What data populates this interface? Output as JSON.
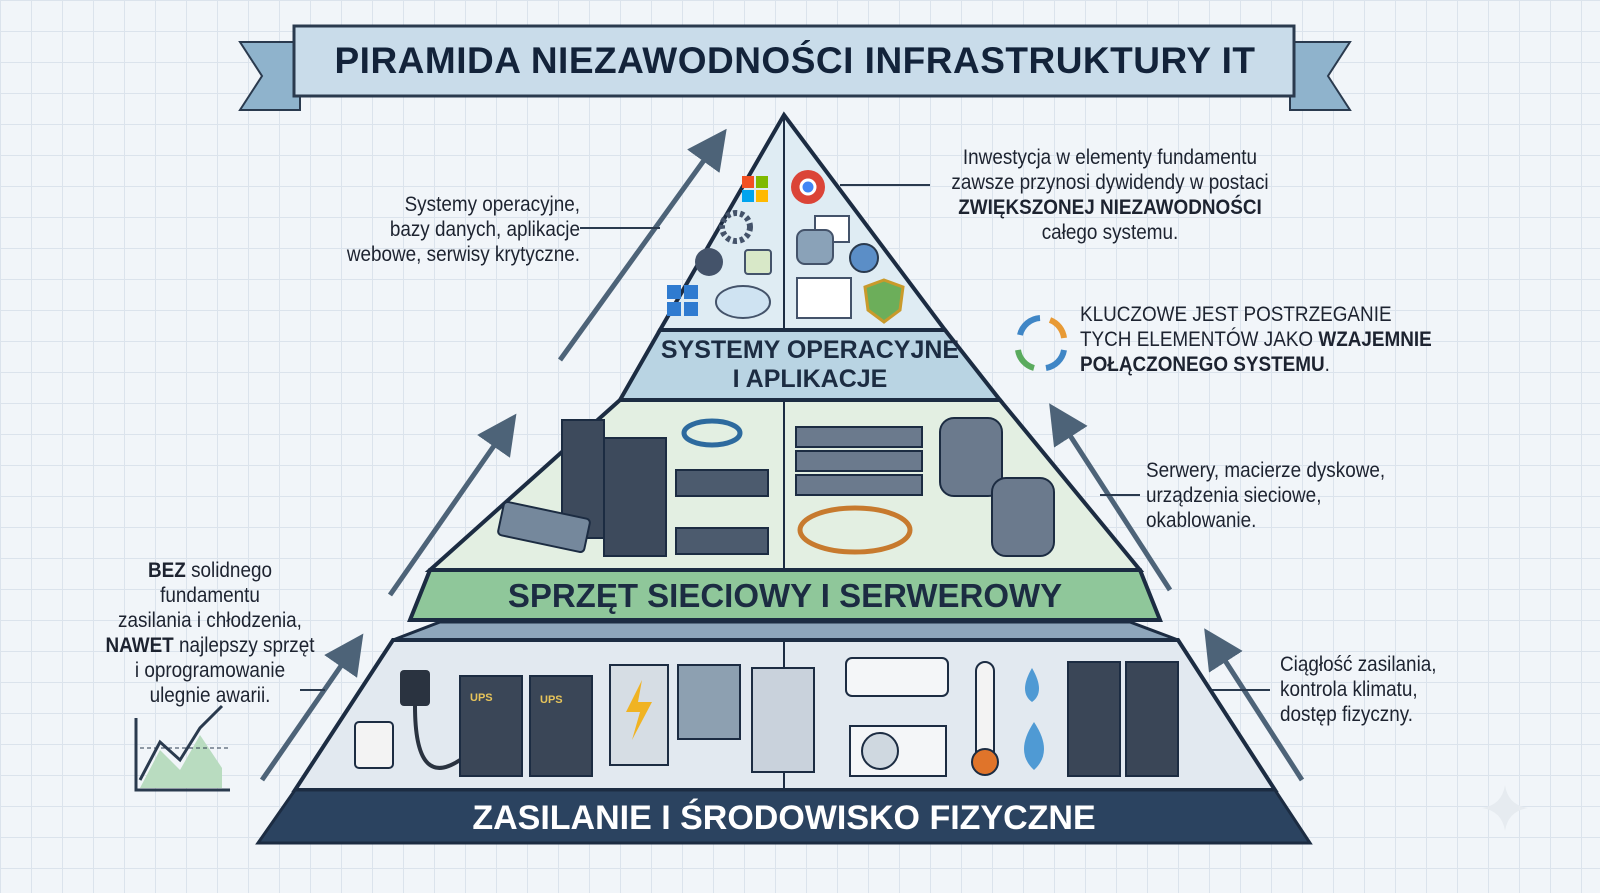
{
  "title": "PIRAMIDA NIEZAWODNOŚCI INFRASTRUKTURY IT",
  "tiers": {
    "top": {
      "label_line1": "SYSTEMY OPERACYJNE",
      "label_line2": "I APLIKACJE"
    },
    "middle": {
      "label": "SPRZĘT SIECIOWY I SERWEROWY"
    },
    "bottom": {
      "label": "ZASILANIE I ŚRODOWISKO FIZYCZNE"
    }
  },
  "icons": {
    "ups1": "UPS",
    "ups2": "UPS"
  },
  "annotations": {
    "top_left": [
      "Systemy operacyjne,",
      "bazy danych, aplikacje",
      "webowe, serwisy krytyczne."
    ],
    "top_right": {
      "line1": "Inwestycja w elementy fundamentu",
      "line2": "zawsze przynosi dywidendy w postaci",
      "bold": "ZWIĘKSZONEJ NIEZAWODNOŚCI",
      "line4": "całego systemu."
    },
    "cycle": {
      "line1": "KLUCZOWE JEST POSTRZEGANIE",
      "line2": "TYCH ELEMENTÓW JAKO ",
      "line2_bold": "WZAJEMNIE",
      "line3_bold": "POŁĄCZONEGO SYSTEMU",
      "line3_end": "."
    },
    "middle_right": [
      "Serwery, macierze dyskowe,",
      "urządzenia sieciowe,",
      "okablowanie."
    ],
    "bottom_left": {
      "bez": "BEZ",
      "l1": " solidnego",
      "l2": "fundamentu",
      "l3": "zasilania i chłodzenia,",
      "nawet": "NAWET",
      "l4": " najlepszy sprzęt",
      "l5": "i oprogramowanie",
      "l6": "ulegnie awarii."
    },
    "bottom_right": [
      "Ciągłość zasilania,",
      "kontrola klimatu,",
      "dostęp fizyczny."
    ]
  },
  "colors": {
    "top": "#b9d4e3",
    "middle": "#c3ddc6",
    "band_green": "#8fc79a",
    "bottom": "#c9d6e2",
    "band_dark": "#2b4360",
    "arrow": "#4d6378"
  }
}
